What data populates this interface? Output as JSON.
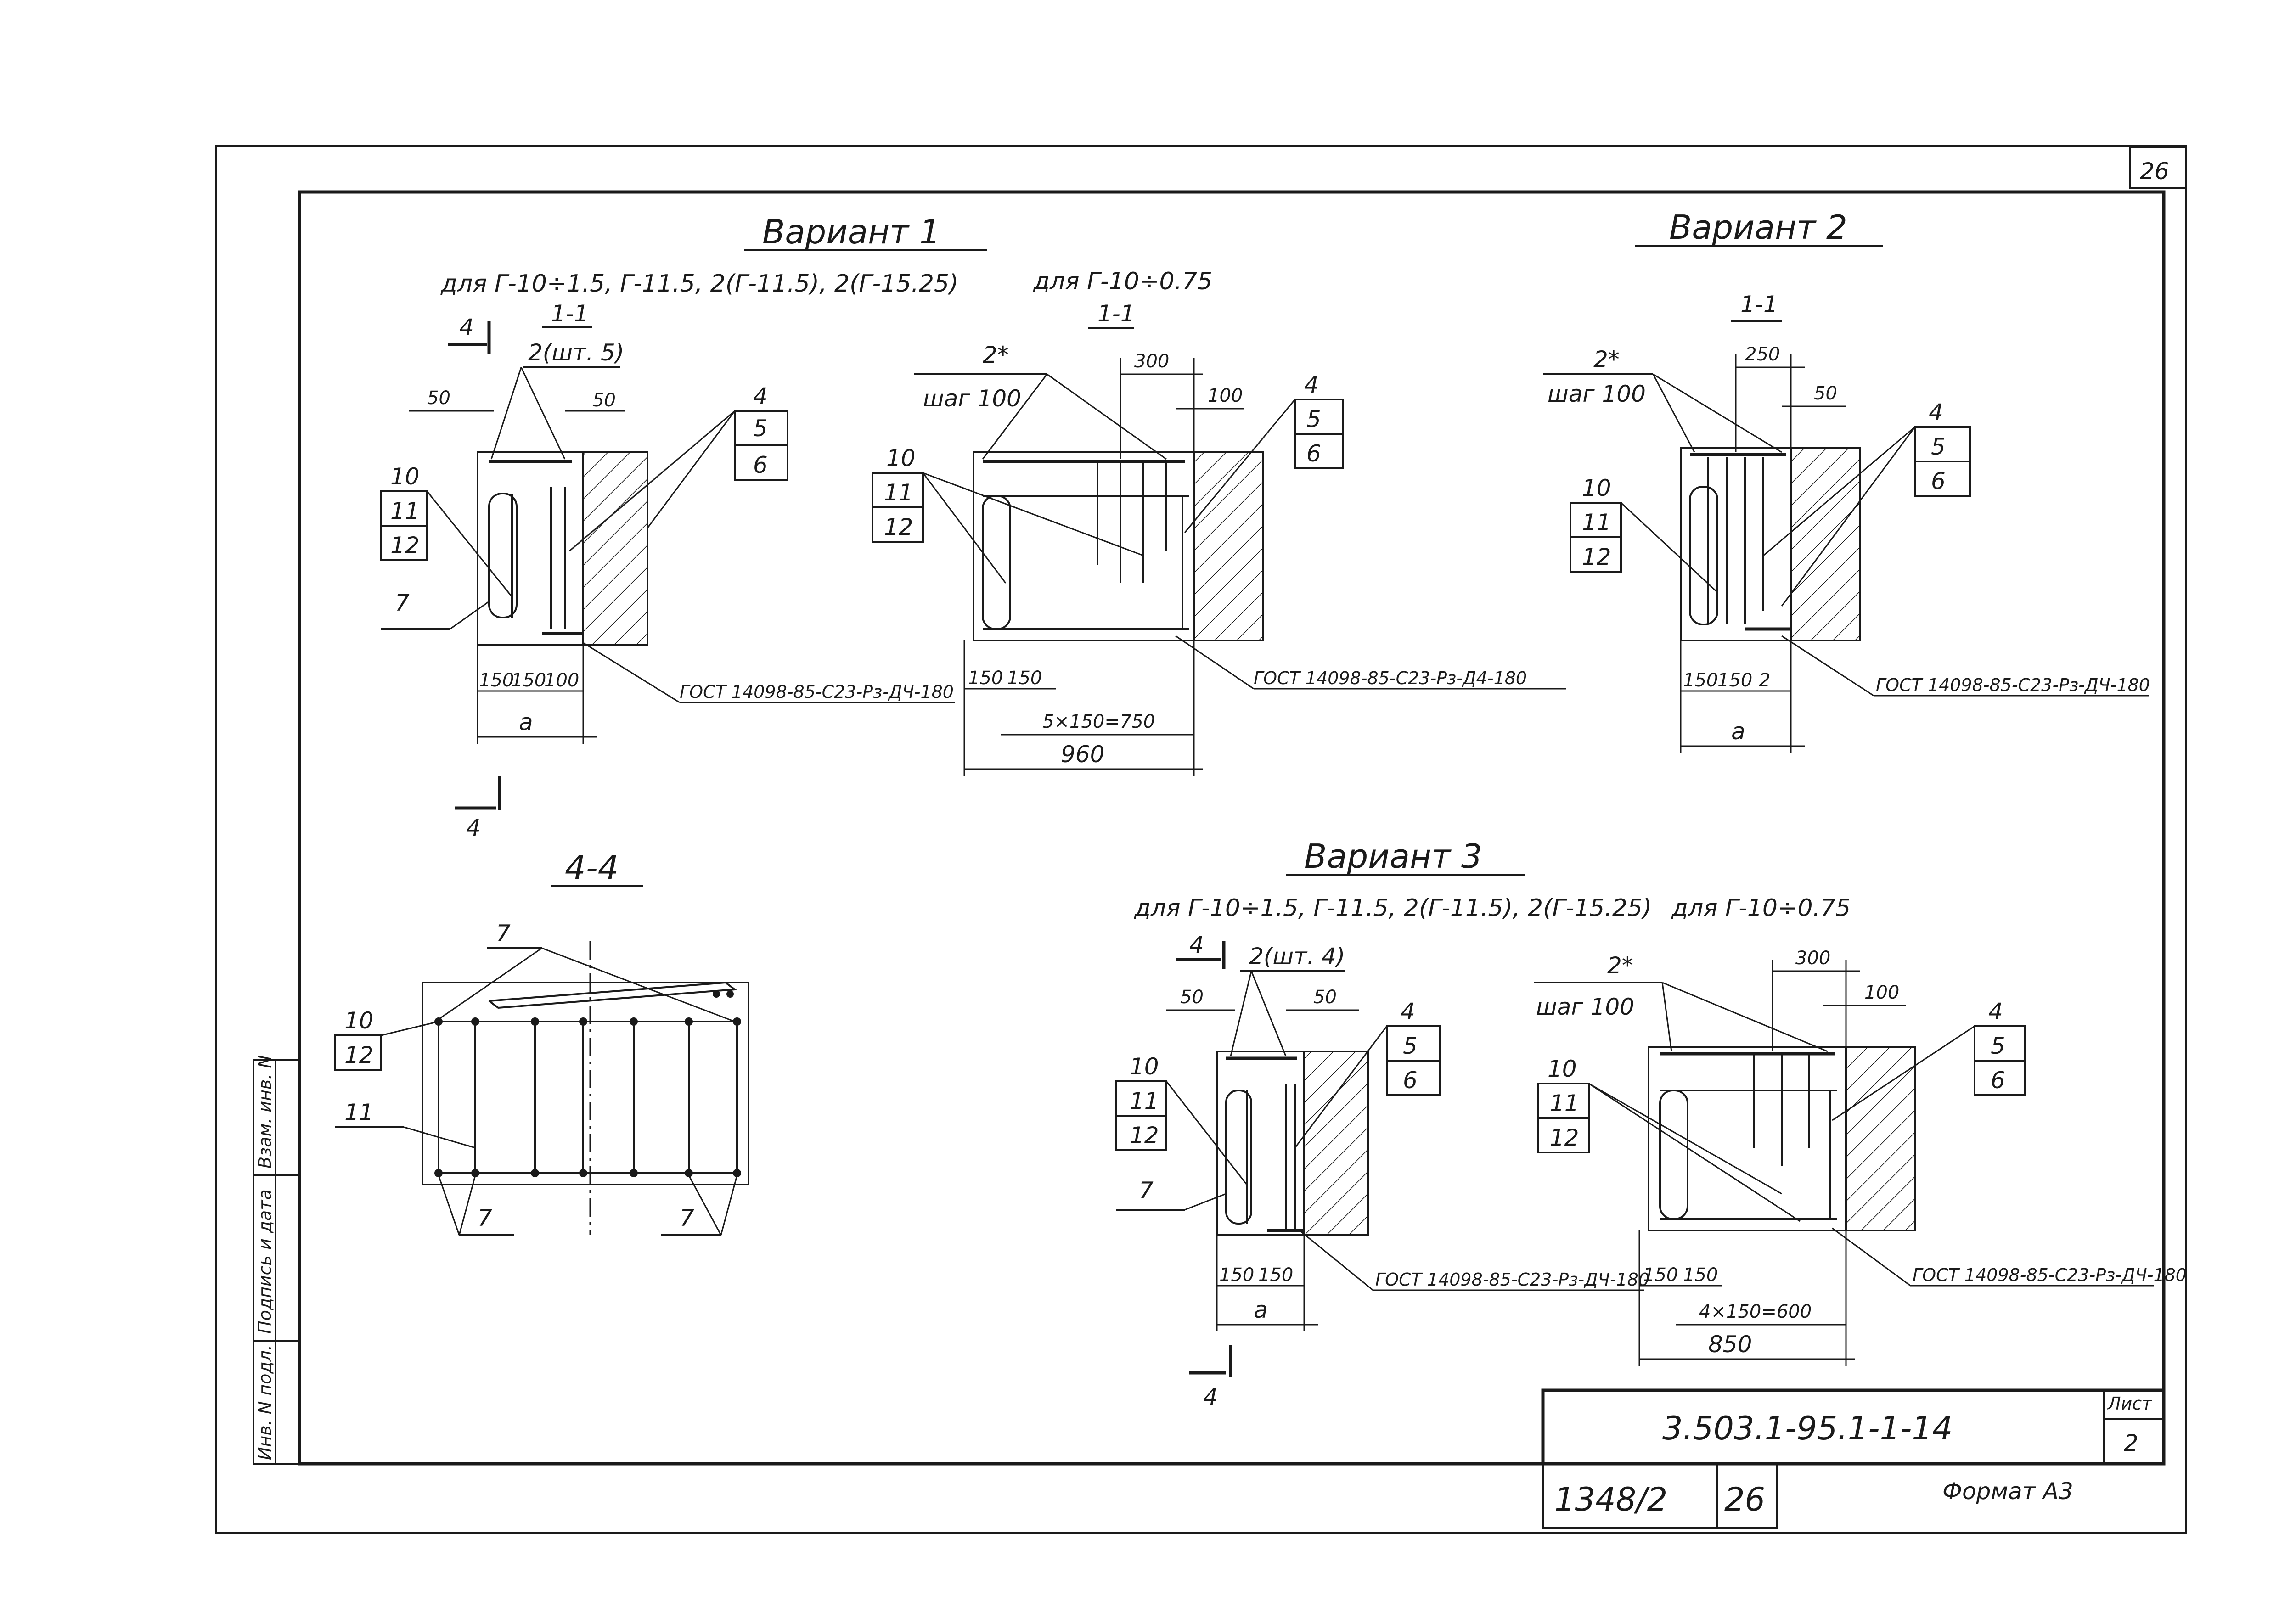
{
  "sheet": {
    "sheet_number_top": "26",
    "designation": "3.503.1-95.1-1-14",
    "sheet_label": "Лист",
    "sheet_no": "2",
    "inventory_no": "1348/2",
    "page_no": "26",
    "format": "Формат А3",
    "side_stamp": {
      "col1": "Инв. N подл.",
      "col2": "Подпись и дата",
      "col3": "Взам. инв. N"
    }
  },
  "variant1": {
    "title": "Вариант 1",
    "left": {
      "subtitle": "для Г-10÷1.5, Г-11.5, 2(Г-11.5), 2(Г-15.25)",
      "section": "1-1",
      "cut": "4",
      "rebar_note": "2(шт. 5)",
      "dim_left": "50",
      "dim_right": "50",
      "dims_bottom": [
        "150",
        "150",
        "100"
      ],
      "dim_a": "a",
      "labels_right": [
        "4",
        "5",
        "6"
      ],
      "labels_left": [
        "10",
        "11",
        "12",
        "7"
      ],
      "gost": "ГОСТ 14098-85-С23-Рз-ДЧ-180"
    },
    "right": {
      "subtitle": "для Г-10÷0.75",
      "section": "1-1",
      "rebar_note": "2*",
      "step": "шаг 100",
      "dim_top": "300",
      "dim_right": "100",
      "dims_bottom": [
        "150",
        "150"
      ],
      "dim_series": "5×150=750",
      "dim_total": "960",
      "labels_right": [
        "4",
        "5",
        "6"
      ],
      "labels_left": [
        "10",
        "11",
        "12"
      ],
      "gost": "ГОСТ 14098-85-С23-Рз-Д4-180"
    }
  },
  "variant2": {
    "title": "Вариант 2",
    "section": "1-1",
    "rebar_note": "2*",
    "step": "шаг 100",
    "dim_top": "250",
    "dim_right": "50",
    "dims_bottom": [
      "150",
      "150",
      "2"
    ],
    "dim_a": "a",
    "labels_right": [
      "4",
      "5",
      "6"
    ],
    "labels_left": [
      "10",
      "11",
      "12"
    ],
    "gost": "ГОСТ 14098-85-С23-Рз-ДЧ-180"
  },
  "section44": {
    "title": "4-4",
    "labels": [
      "7",
      "10",
      "12",
      "11",
      "7",
      "7"
    ]
  },
  "variant3": {
    "title": "Вариант 3",
    "left": {
      "subtitle": "для Г-10÷1.5, Г-11.5, 2(Г-11.5), 2(Г-15.25)",
      "cut": "4",
      "rebar_note": "2(шт. 4)",
      "dim_left": "50",
      "dim_right": "50",
      "dims_bottom": [
        "150",
        "150"
      ],
      "dim_a": "a",
      "labels_right": [
        "4",
        "5",
        "6"
      ],
      "labels_left": [
        "10",
        "11",
        "12",
        "7"
      ],
      "gost": "ГОСТ 14098-85-С23-Рз-ДЧ-180"
    },
    "right": {
      "subtitle": "для Г-10÷0.75",
      "rebar_note": "2*",
      "step": "шаг 100",
      "dim_top": "300",
      "dim_right": "100",
      "dims_bottom": [
        "150",
        "150"
      ],
      "dim_series": "4×150=600",
      "dim_total": "850",
      "labels_right": [
        "4",
        "5",
        "6"
      ],
      "labels_left": [
        "10",
        "11",
        "12"
      ],
      "gost": "ГОСТ 14098-85-С23-Рз-ДЧ-180"
    }
  }
}
